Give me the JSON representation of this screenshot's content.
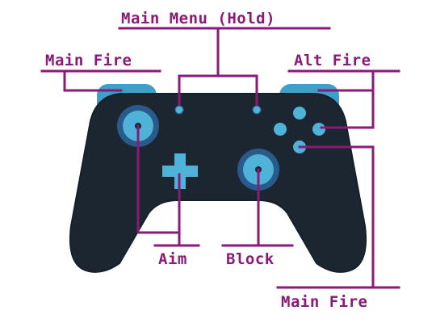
{
  "colors": {
    "controller_body": "#1c2630",
    "controller_outline": "#14202b",
    "accent_blue": "#4fb3d9",
    "accent_dark": "#2a5a8c",
    "bumper": "#3f9fc7",
    "leader_line": "#8a1a78",
    "label_text": "#8a1a78",
    "background": "#ffffff"
  },
  "labels": {
    "main_menu": "Main Menu (Hold)",
    "main_fire_top": "Main Fire",
    "alt_fire": "Alt Fire",
    "aim": "Aim",
    "block": "Block",
    "main_fire_bottom": "Main Fire"
  },
  "icons": {
    "controller": "gamepad-icon",
    "dpad": "dpad-icon",
    "left_stick": "thumbstick-icon",
    "right_stick": "thumbstick-icon",
    "face_buttons": "face-buttons-icon"
  }
}
